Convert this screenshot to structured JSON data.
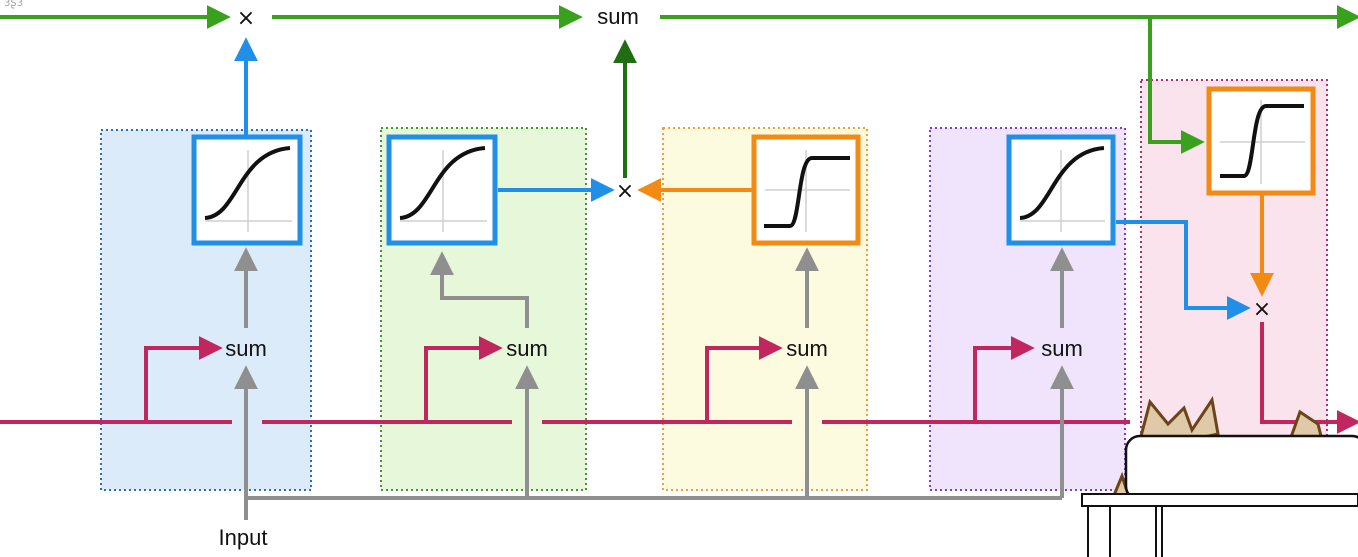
{
  "diagram": {
    "labels": {
      "input": "Input",
      "sum": "sum",
      "multiply": "×",
      "corner_scribble": "ɜʂɜ"
    },
    "colors": {
      "magenta": "#c2265e",
      "gray": "#8f8f8f",
      "green": "#3aa11e",
      "dark_green": "#1f6e12",
      "blue": "#1f8fe8",
      "orange": "#f28a13",
      "black": "#111111",
      "box_blue": "#dcebfa",
      "box_green": "#e6f8d9",
      "box_yellow": "#fdfbdf",
      "box_purple": "#efe4fb",
      "box_pink": "#fbe3ee"
    },
    "icons": [
      "sigmoid-activation-icon",
      "multiply-icon",
      "input-arrow-icon",
      "piano-mascot-icon"
    ]
  }
}
